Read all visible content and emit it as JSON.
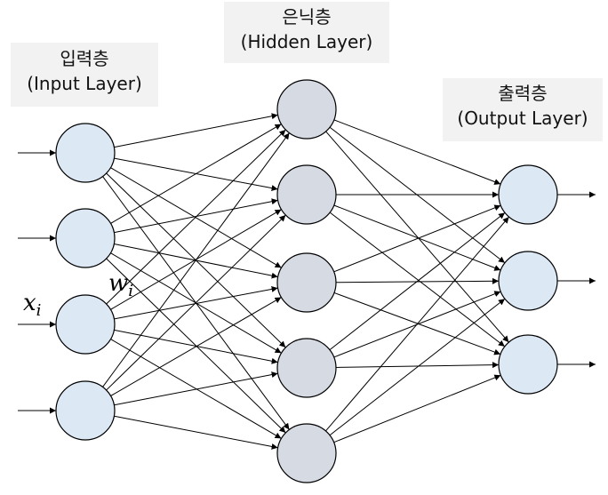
{
  "layers": {
    "input": {
      "name": "입력층",
      "english": "(Input Layer)",
      "neuron_count": 4
    },
    "hidden": {
      "name": "은닉층",
      "english": "(Hidden Layer)",
      "neuron_count": 5
    },
    "output": {
      "name": "출력층",
      "english": "(Output Layer)",
      "neuron_count": 3
    }
  },
  "annotations": {
    "input_var": "x",
    "input_sub": "i",
    "weight_var": "w",
    "weight_sub": "i"
  },
  "colors": {
    "input_fill": "#dde8f5",
    "hidden_fill": "#d5dae3",
    "output_fill": "#dde8f5",
    "edge": "#000000",
    "label_bg": "#f2f2f2"
  }
}
